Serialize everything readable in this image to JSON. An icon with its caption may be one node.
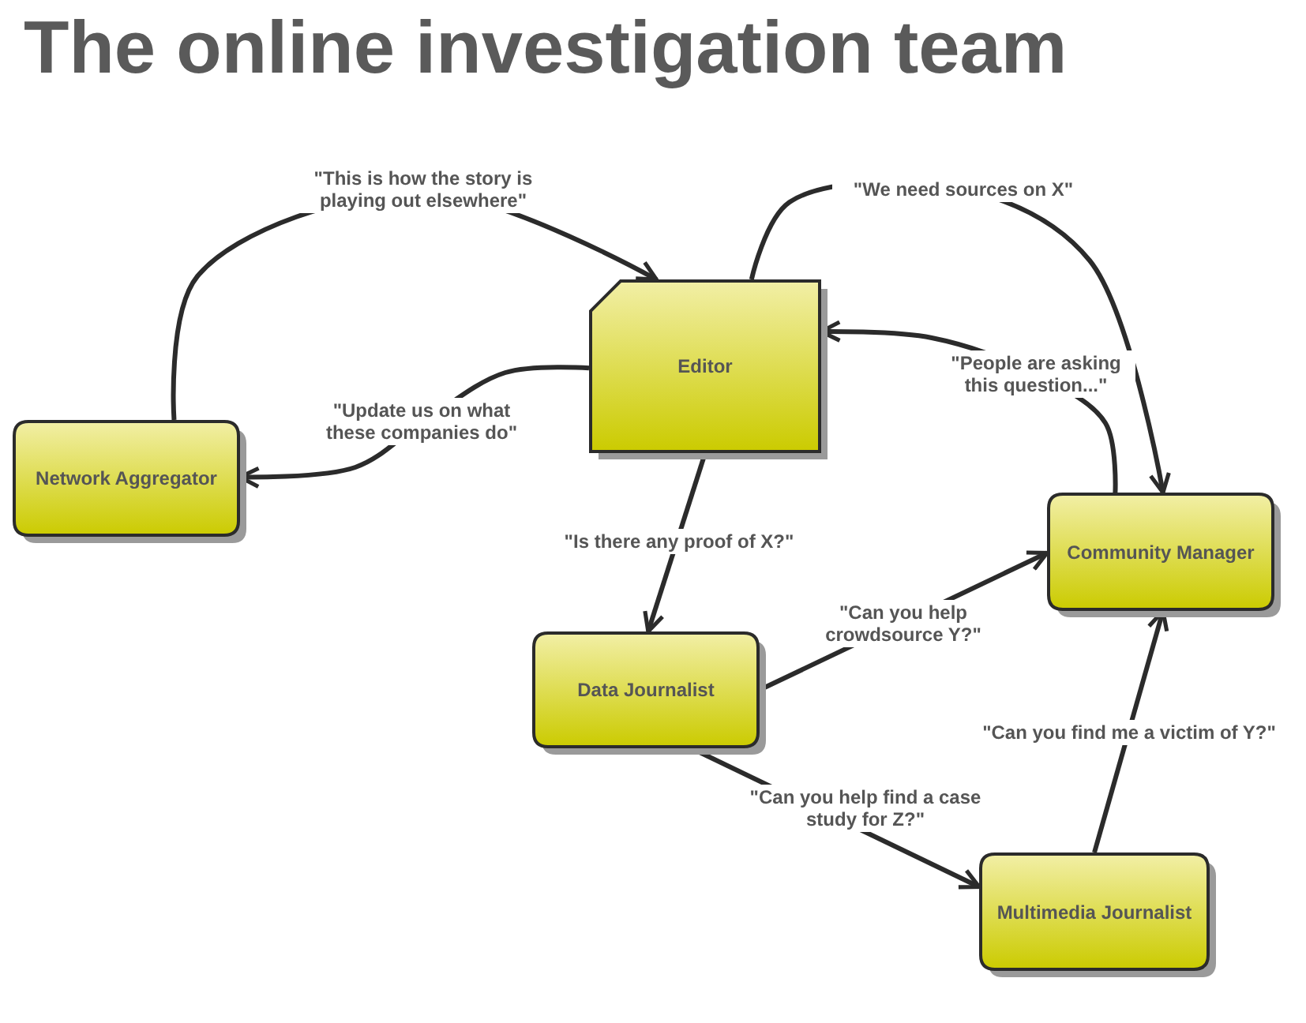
{
  "diagram": {
    "title": "The online investigation team",
    "nodes": [
      {
        "text": [
          "Editor"
        ]
      },
      {
        "text": [
          "Network Aggregator"
        ]
      },
      {
        "text": [
          "Community Manager"
        ]
      },
      {
        "text": [
          "Data Journalist"
        ]
      },
      {
        "text": [
          "Multimedia Journalist"
        ]
      }
    ],
    "edges": [
      {
        "from": 1,
        "to": 0,
        "arrow": "to",
        "label": "\"This is how the story is playing out elsewhere\""
      },
      {
        "from": 0,
        "to": 1,
        "arrow": "to",
        "label": "\"Update us on what these companies do\""
      },
      {
        "from": 0,
        "to": 2,
        "arrow": "to",
        "label": "\"We need sources on X\""
      },
      {
        "from": 2,
        "to": 0,
        "arrow": "to",
        "label": "\"People are asking this question...\""
      },
      {
        "from": 0,
        "to": 3,
        "arrow": "to",
        "label": "\"Is there any proof of X?\""
      },
      {
        "from": 3,
        "to": 2,
        "arrow": "to",
        "label": "\"Can you help crowdsource Y?\""
      },
      {
        "from": 3,
        "to": 4,
        "arrow": "to",
        "label": "\"Can you help find a case study for Z?\""
      },
      {
        "from": 4,
        "to": 2,
        "arrow": "to",
        "label": "\"Can you find me a victim of Y?\""
      }
    ]
  }
}
